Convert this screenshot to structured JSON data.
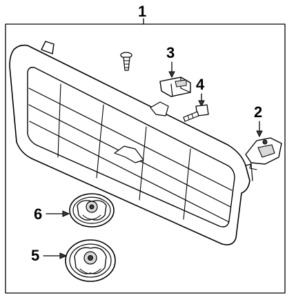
{
  "callouts": {
    "c1": "1",
    "c2": "2",
    "c3": "3",
    "c4": "4",
    "c5": "5",
    "c6": "6"
  },
  "colors": {
    "ink": "#000000",
    "paper": "#ffffff",
    "shade": "#d9d9d9"
  }
}
